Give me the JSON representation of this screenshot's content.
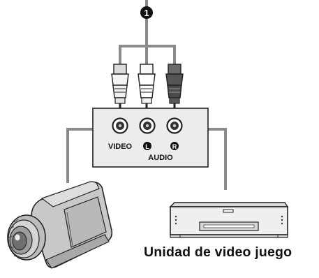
{
  "diagram": {
    "callout_number": "1",
    "jack_panel": {
      "video_label": "VIDEO",
      "audio_left_badge": "L",
      "audio_right_badge": "R",
      "audio_label": "AUDIO"
    },
    "caption": "Unidad de video juego",
    "colors": {
      "cable": "#8a8a8a",
      "panel_fill": "#ececec",
      "plug_dark": "#555555",
      "plug_light": "#f4f4f4",
      "ink": "#222222"
    }
  }
}
